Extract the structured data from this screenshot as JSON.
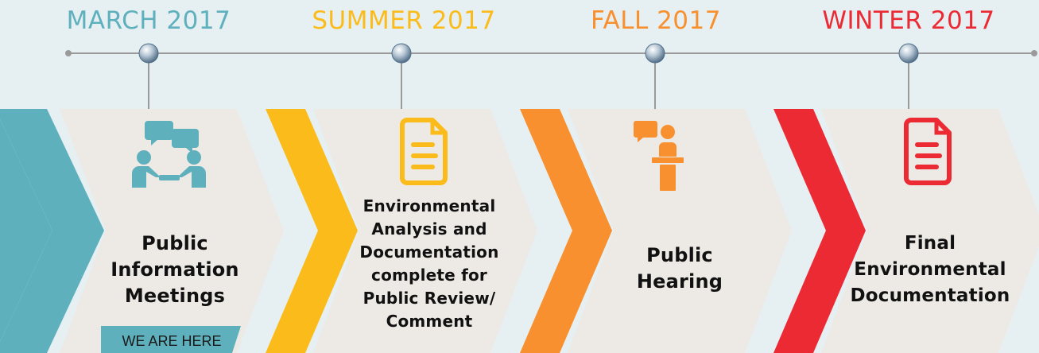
{
  "colors": {
    "background": "#e6f0f3",
    "teal": "#5fb0bd",
    "yellow": "#fbbc1b",
    "orange": "#f8902f",
    "red": "#ec2a33",
    "panel": "#ede9e5",
    "line": "#9a9a9a"
  },
  "phases": [
    {
      "label": "MARCH 2017",
      "color": "#5fb0bd",
      "icon": "meeting-people-icon",
      "text_lines": [
        "Public",
        "Information",
        "Meetings"
      ]
    },
    {
      "label": "SUMMER 2017",
      "color": "#fbbc1b",
      "icon": "document-icon",
      "text_lines": [
        "Environmental",
        "Analysis and",
        "Documentation",
        "complete for",
        "Public Review/",
        "Comment"
      ]
    },
    {
      "label": "FALL 2017",
      "color": "#f8902f",
      "icon": "podium-speaker-icon",
      "text_lines": [
        "Public",
        "Hearing"
      ]
    },
    {
      "label": "WINTER 2017",
      "color": "#ec2a33",
      "icon": "document-icon",
      "text_lines": [
        "Final",
        "Environmental",
        "Documentation"
      ]
    }
  ],
  "current_marker": "WE ARE HERE"
}
